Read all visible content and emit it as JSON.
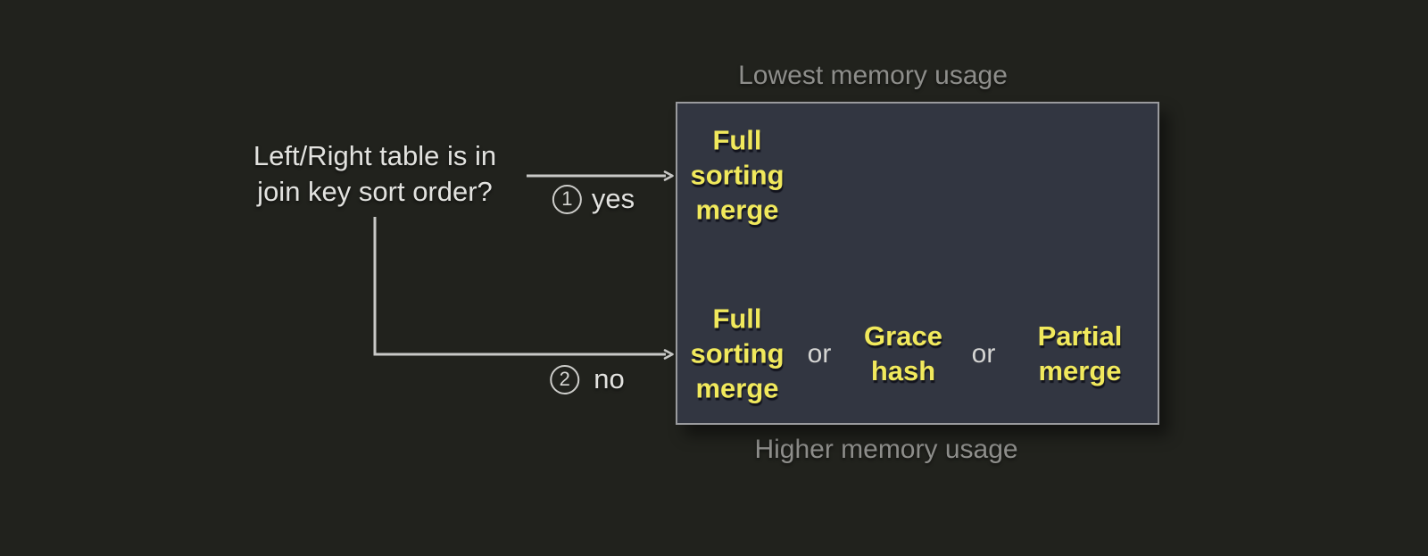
{
  "question": {
    "line1": "Left/Right table is in",
    "line2": "join key sort order?"
  },
  "branches": {
    "yes": {
      "num": "1",
      "label": "yes"
    },
    "no": {
      "num": "2",
      "label": "no"
    }
  },
  "memory": {
    "top": "Lowest memory usage",
    "bottom": "Higher memory usage"
  },
  "box": {
    "sorted_algo": [
      "Full",
      "sorting",
      "merge"
    ],
    "unsorted": {
      "algo1": [
        "Full",
        "sorting",
        "merge"
      ],
      "or1": "or",
      "algo2": [
        "Grace",
        "hash"
      ],
      "or2": "or",
      "algo3": [
        "Partial",
        "merge"
      ]
    }
  },
  "colors": {
    "background": "#21221d",
    "box_bg": "#323641",
    "box_border": "#9a9b9e",
    "yellow": "#f1e95c",
    "gray_label": "#8e8e8b",
    "text_light": "#e2e2df",
    "arrow": "#c9c9c7"
  }
}
